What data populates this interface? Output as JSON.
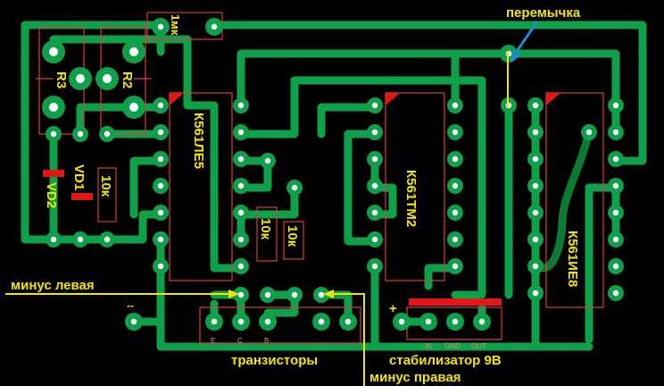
{
  "labels": {
    "r3": "R3",
    "r2": "R2",
    "vd1": "VD1",
    "vd2": "VD2",
    "res_left": "10к",
    "res_mid": "10к",
    "res_right": "10к",
    "cap": "1мк",
    "ic1": "К561ЛЕ5",
    "ic2": "К561ТМ2",
    "ic3": "К561ИЕ8",
    "minus_sign": "--",
    "plus_sign": "+",
    "pin_e": "E",
    "pin_c": "C",
    "pin_b": "B",
    "pin_in": "IN",
    "pin_gnd": "GND",
    "pin_out": "OUT"
  },
  "annotations": {
    "jumper": "перемычка",
    "minus_left": "минус левая",
    "minus_right": "минус правая",
    "transistors": "транзисторы",
    "stabilizer": "стабилизатор 9В"
  },
  "colors": {
    "background": "#000000",
    "trace": "#0fa04a",
    "hole": "#ffffff",
    "silkscreen": "#e03c3c",
    "label": "#f2e600",
    "arrow_jumper": "#1a8fd0"
  }
}
